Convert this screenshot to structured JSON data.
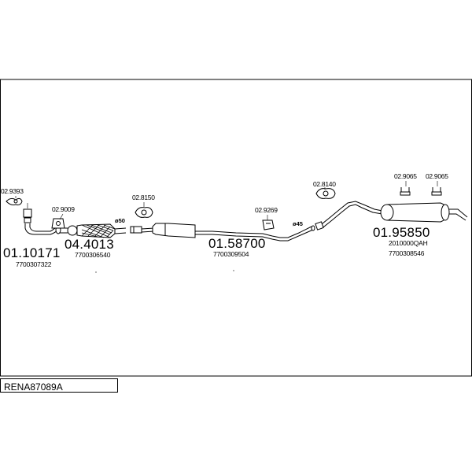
{
  "title": "RENA87089A",
  "parts": {
    "downpipe": {
      "number": "01.10171",
      "oe": "7700307322"
    },
    "catalyst": {
      "number": "04.4013",
      "oe": "7700306540"
    },
    "middle": {
      "number": "01.58700",
      "oe": "7700309504"
    },
    "rear": {
      "number": "01.95850",
      "oe1": "2010000QAH",
      "oe2": "7700308546"
    }
  },
  "fittings": {
    "a": "02.9393",
    "b": "02.9009",
    "c": "02.8150",
    "d": "02.9269",
    "e": "02.8140",
    "f": "02.9065",
    "g": "02.9065"
  },
  "diameters": {
    "d1": "ø50",
    "d2": "ø45"
  }
}
